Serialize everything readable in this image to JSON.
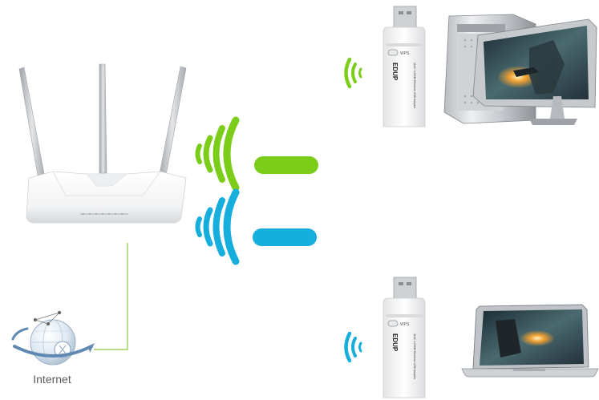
{
  "internet": {
    "label": "Internet"
  },
  "dongle": {
    "brand": "EDUP",
    "wps_label": "WPS",
    "model_text": "11AC 1200M Wireless USB Adapter"
  },
  "colors": {
    "band_24": "#7ccd1a",
    "band_5": "#16aedc",
    "line": "#8cc63f",
    "router_body": "#f4f5f6",
    "antenna": "#b9bcc0"
  },
  "links": [
    {
      "name": "band-green",
      "color": "#7ccd1a"
    },
    {
      "name": "band-blue",
      "color": "#16aedc"
    }
  ]
}
